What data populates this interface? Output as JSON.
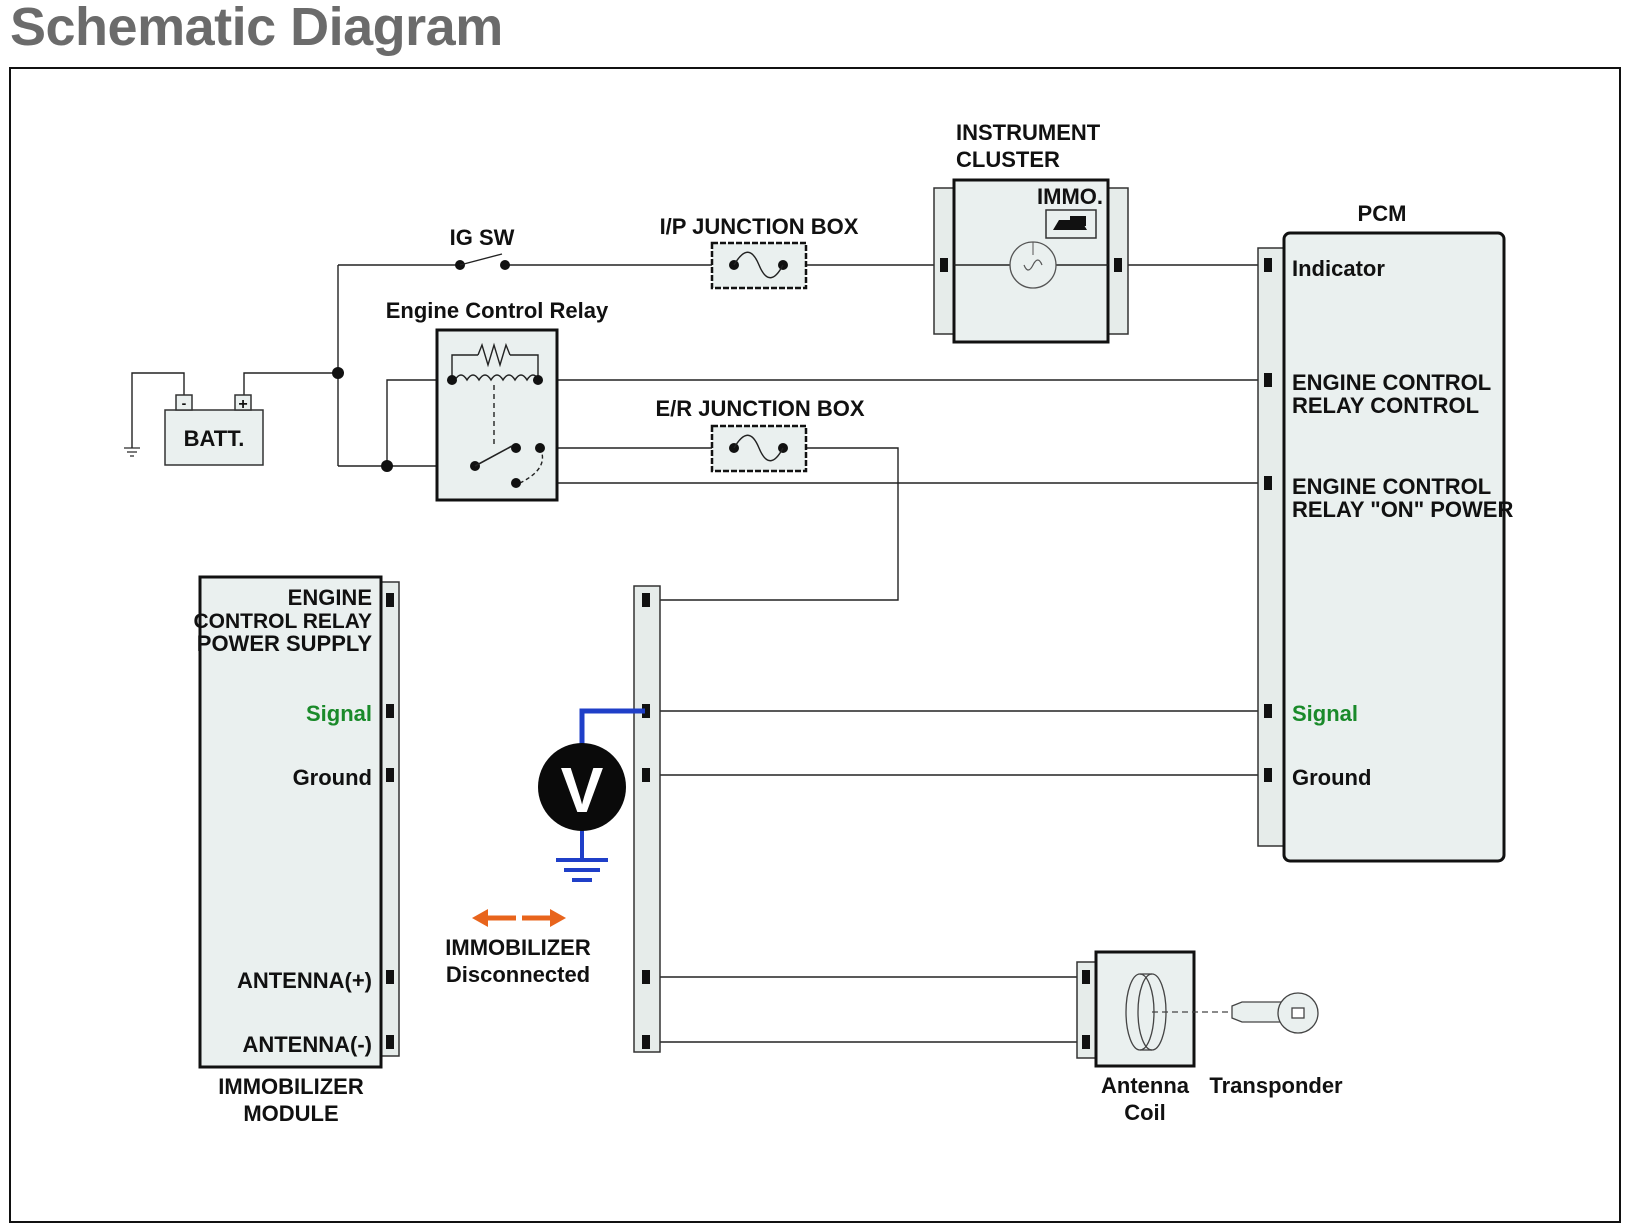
{
  "title": "Schematic Diagram",
  "colors": {
    "background": "#ffffff",
    "title": "#6b6b6b",
    "component_fill": "#eaf0ef",
    "signal_label": "#1a8a2a",
    "meter_wire": "#1f3fc8",
    "disconnect_arrows": "#e8641c"
  },
  "labels": {
    "ig_sw": "IG SW",
    "ip_junction_box": "I/P JUNCTION BOX",
    "er_junction_box": "E/R JUNCTION BOX",
    "engine_control_relay": "Engine Control Relay",
    "batt": "BATT.",
    "instrument_cluster": [
      "INSTRUMENT",
      "CLUSTER"
    ],
    "immo": "IMMO.",
    "pcm": "PCM",
    "immobilizer_module": [
      "IMMOBILIZER",
      "MODULE"
    ],
    "immobilizer_disconnected": [
      "IMMOBILIZER",
      "Disconnected"
    ],
    "antenna_coil": [
      "Antenna",
      "Coil"
    ],
    "transponder": "Transponder",
    "voltmeter": "V"
  },
  "pcm_pins": {
    "indicator": "Indicator",
    "ecr_control": [
      "ENGINE CONTROL",
      "RELAY CONTROL"
    ],
    "ecr_on_power": [
      "ENGINE CONTROL",
      "RELAY \"ON\" POWER"
    ],
    "signal": "Signal",
    "ground": "Ground"
  },
  "immobilizer_pins": {
    "ecr_power_supply": [
      "ENGINE",
      "CONTROL RELAY",
      "POWER SUPPLY"
    ],
    "signal": "Signal",
    "ground": "Ground",
    "antenna_plus": "ANTENNA(+)",
    "antenna_minus": "ANTENNA(-)"
  },
  "icons": [
    "battery-icon",
    "ground-icon",
    "switch-icon",
    "fuse-icon",
    "relay-coil-icon",
    "lamp-icon",
    "car-key-icon",
    "voltmeter-icon",
    "antenna-coil-icon",
    "key-icon",
    "arrow-icon"
  ]
}
